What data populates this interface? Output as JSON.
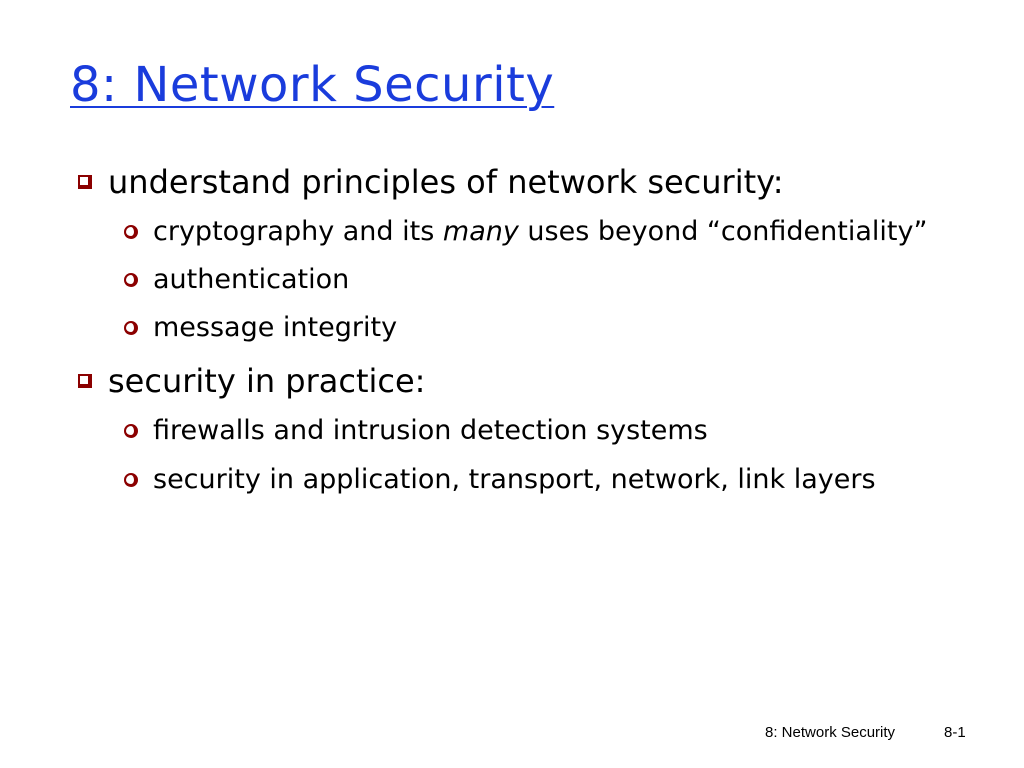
{
  "slide": {
    "title": "8: Network Security",
    "bullets": [
      {
        "text": "understand principles of network security:",
        "subitems": [
          {
            "parts": [
              "cryptography and its ",
              "many",
              " uses beyond “confidentiality”"
            ]
          },
          {
            "parts": [
              "authentication"
            ]
          },
          {
            "parts": [
              "message integrity"
            ]
          }
        ]
      },
      {
        "text": "security in practice:",
        "subitems": [
          {
            "parts": [
              "firewalls and intrusion detection systems"
            ]
          },
          {
            "parts": [
              "security in application, transport, network, link layers"
            ]
          }
        ]
      }
    ],
    "footer": {
      "title": "8: Network Security",
      "page": "8-1"
    }
  },
  "colors": {
    "title": "#1a3cdc",
    "bullet_marker": "#8b0000",
    "text": "#000000",
    "background": "#ffffff"
  },
  "icons": {
    "level1_bullet": "hollow-square-bullet-icon",
    "level2_bullet": "hollow-circle-bullet-icon"
  }
}
